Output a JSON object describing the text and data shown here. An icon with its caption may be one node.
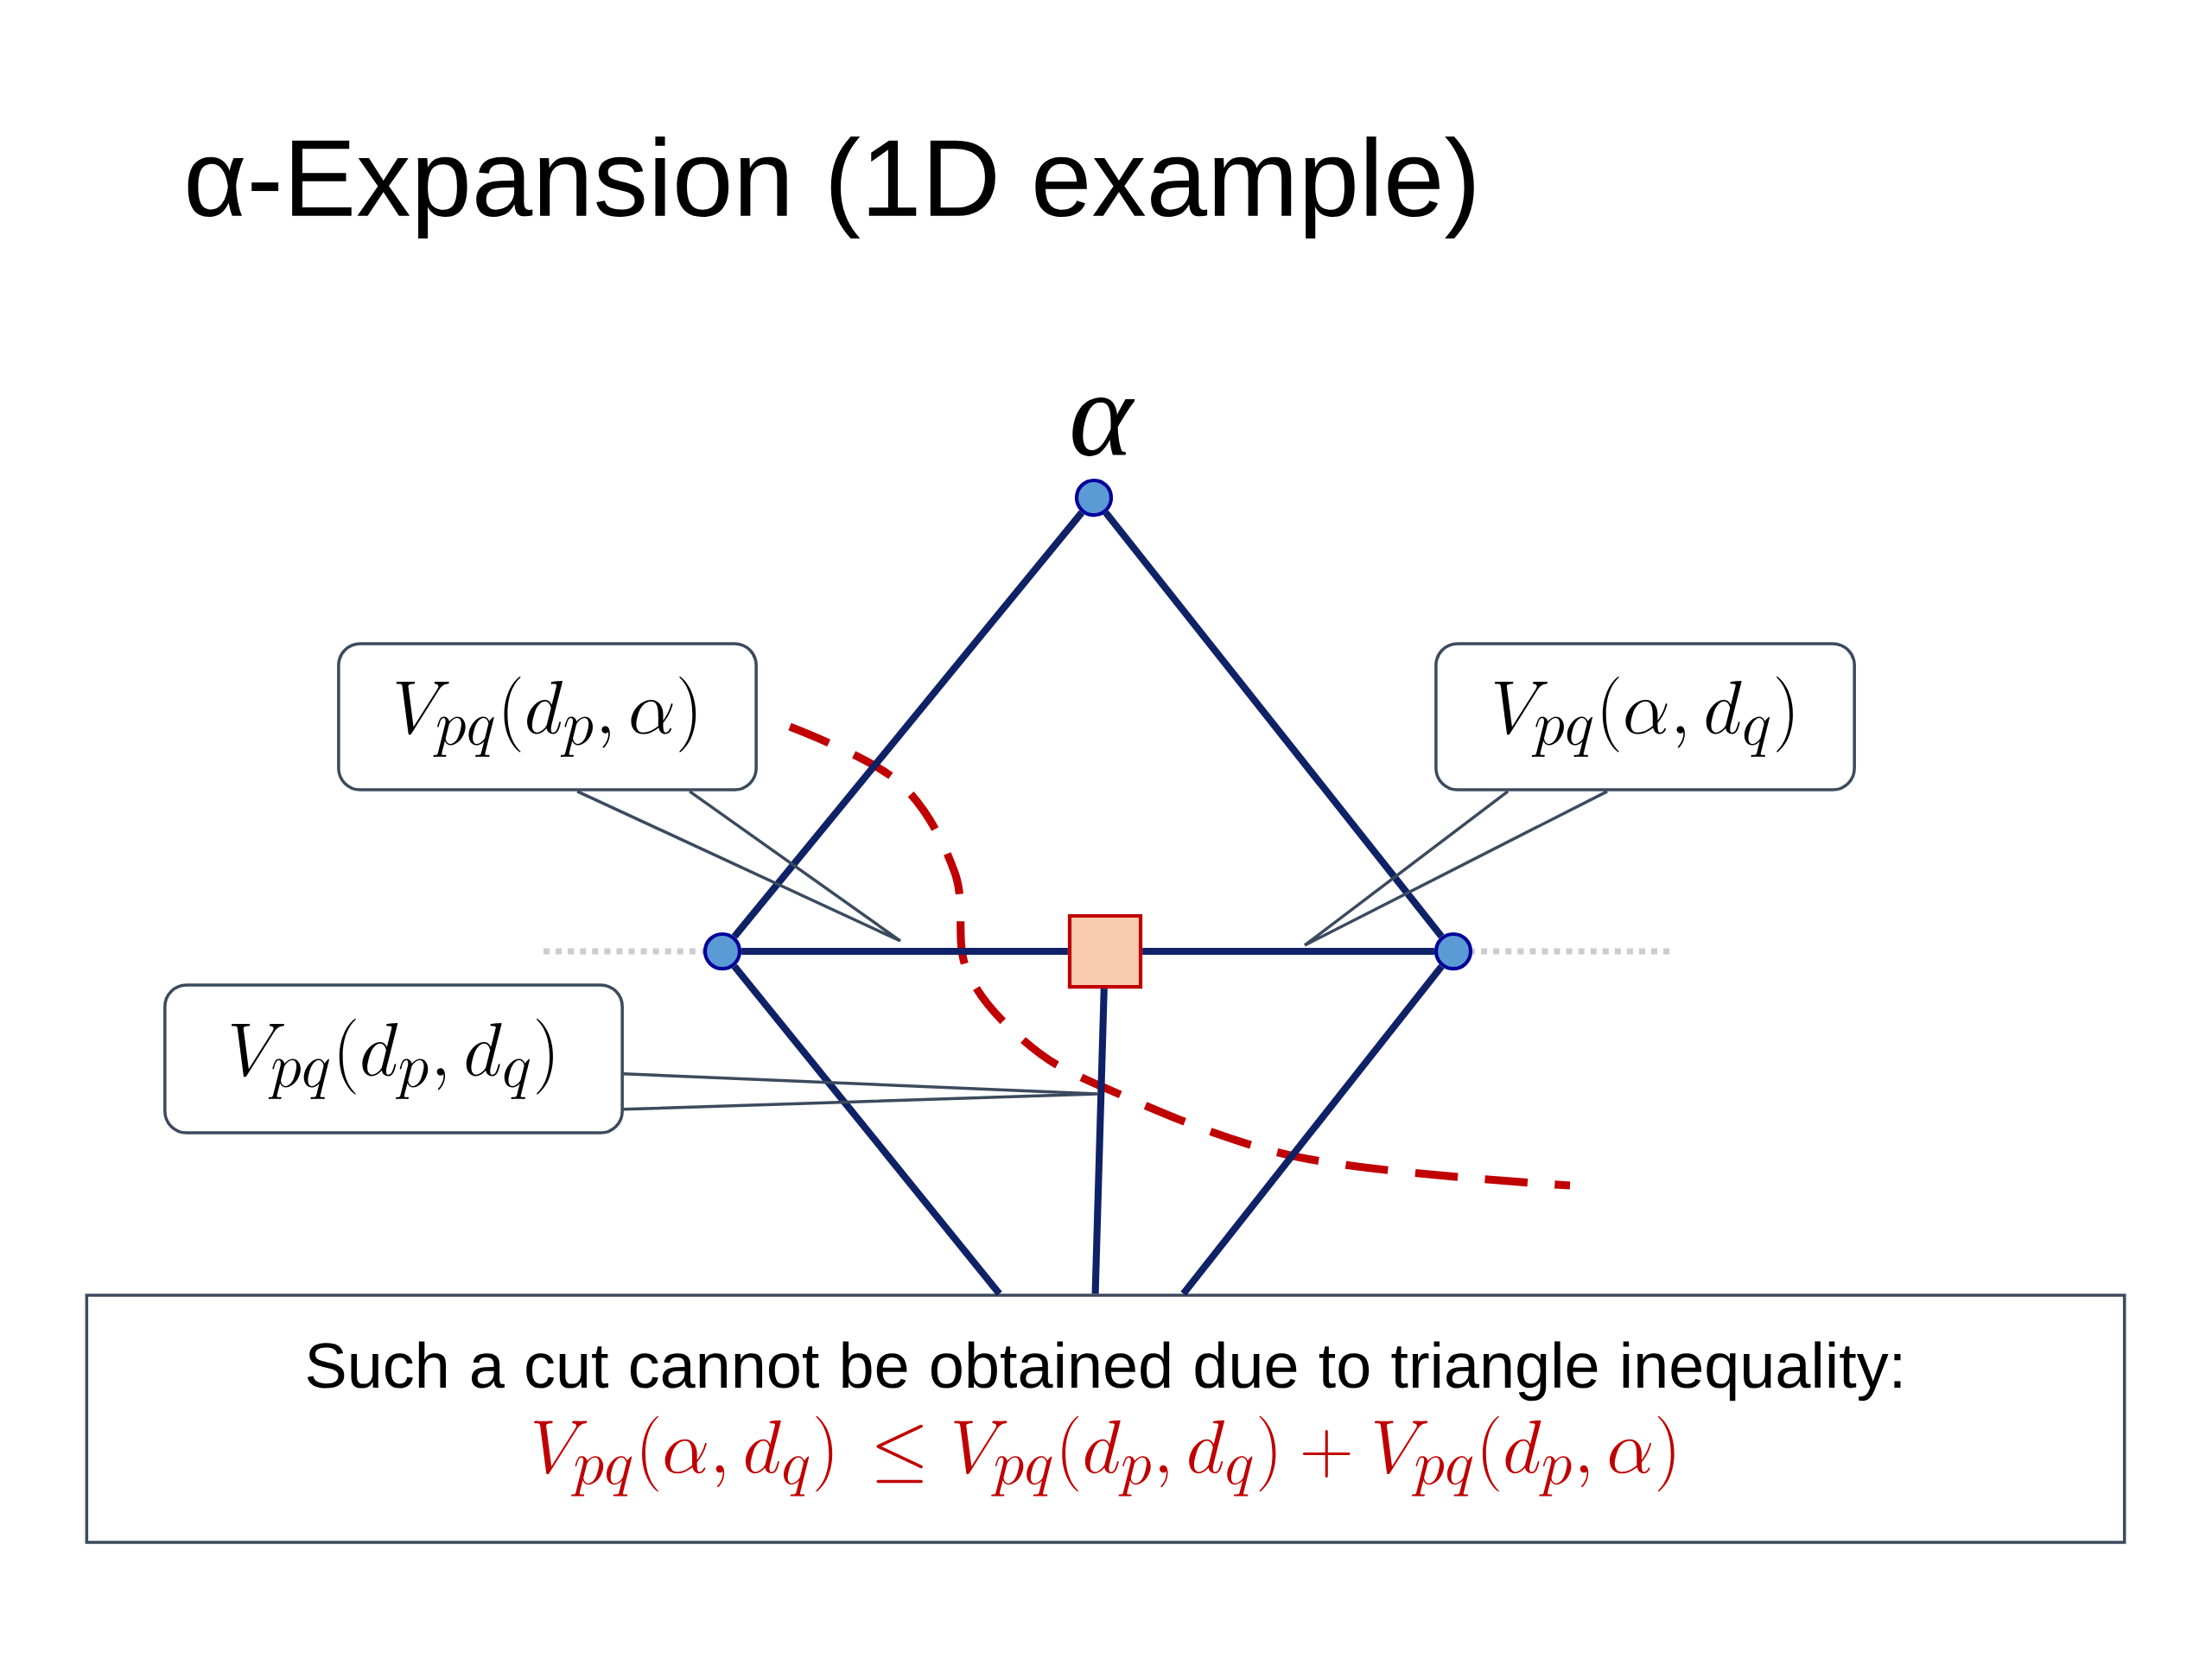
{
  "diagram": {
    "title": "α-Expansion (1D example)",
    "nodes": [
      {
        "text": [],
        "shape": "circle",
        "beside": [
          "α"
        ]
      },
      {
        "text": [],
        "shape": "circle"
      },
      {
        "text": [],
        "shape": "box"
      },
      {
        "text": [],
        "shape": "circle"
      },
      {
        "text": [
          "V_{pq}(d_p,\\alpha)"
        ]
      },
      {
        "text": [
          "V_{pq}(\\alpha,d_q)"
        ]
      },
      {
        "text": [
          "V_{pq}(d_p,d_q)"
        ]
      },
      {
        "text": [
          "Such a cut cannot be obtained due to triangle inequality:",
          "V_{pq}(\\alpha,d_q)\\ \\leq V_{pq}\\big(d_p,d_q\\big)+V_{pq}(d_p,\\alpha)"
        ]
      }
    ],
    "edges": [
      {
        "from": 0,
        "to": 1,
        "arrow": "none"
      },
      {
        "from": 0,
        "to": 3,
        "arrow": "none"
      },
      {
        "from": 1,
        "to": 2,
        "arrow": "none"
      },
      {
        "from": 2,
        "to": 3,
        "arrow": "none"
      },
      {
        "from": 1,
        "to": 7,
        "arrow": "none"
      },
      {
        "from": 2,
        "to": 7,
        "arrow": "none"
      },
      {
        "from": 3,
        "to": 7,
        "arrow": "none"
      },
      {
        "from": 4,
        "to": null,
        "arrow": "none",
        "color": "#3c4a5e"
      },
      {
        "from": 5,
        "to": null,
        "arrow": "none",
        "color": "#3c4a5e"
      },
      {
        "from": 6,
        "to": null,
        "arrow": "none",
        "color": "#3c4a5e"
      }
    ]
  }
}
